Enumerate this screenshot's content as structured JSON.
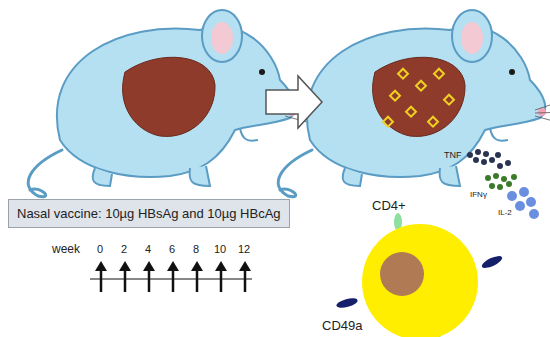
{
  "diagram": {
    "nodes": [
      {
        "text": [
          "Nasal vaccine: 10µg HBsAg and 10µg HBcAg"
        ]
      }
    ],
    "labels": [
      "week",
      "0",
      "2",
      "4",
      "6",
      "8",
      "10",
      "12",
      "TNF",
      "IFNγ",
      "IL-2",
      "CD4+",
      "CD49a"
    ]
  }
}
